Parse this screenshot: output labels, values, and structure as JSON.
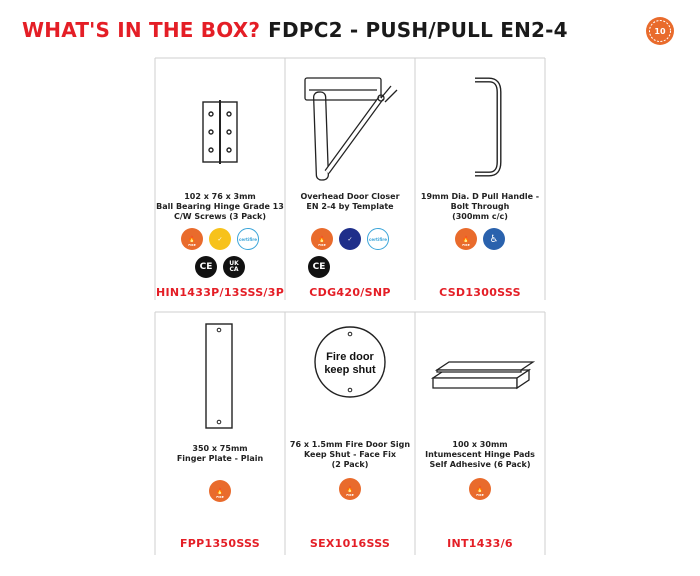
{
  "header": {
    "title_red": "WHAT'S IN THE BOX?",
    "title_black": "FDPC2 - PUSH/PULL EN2-4",
    "badge": "10"
  },
  "products": [
    {
      "desc": [
        "102 x 76 x 3mm",
        "Ball Bearing Hinge Grade 13",
        "C/W Screws (3 Pack)"
      ],
      "code": "HIN1433P/13SSS/3P"
    },
    {
      "desc": [
        "Overhead Door Closer",
        "EN 2-4 by Template"
      ],
      "code": "CDG420/SNP"
    },
    {
      "desc": [
        "19mm Dia. D Pull Handle -",
        "Bolt Through",
        "(300mm c/c)"
      ],
      "code": "CSD1300SSS"
    },
    {
      "desc": [
        "350 x 75mm",
        "Finger Plate - Plain"
      ],
      "code": "FPP1350SSS"
    },
    {
      "desc": [
        "76 x 1.5mm Fire Door Sign",
        "Keep Shut - Face Fix",
        "(2 Pack)"
      ],
      "code": "SEX1016SSS",
      "sign_lines": [
        "Fire door",
        "keep shut"
      ]
    },
    {
      "desc": [
        "100 x 30mm",
        "Intumescent Hinge Pads",
        "Self Adhesive (6 Pack)"
      ],
      "code": "INT1433/6"
    }
  ],
  "icon_text": {
    "fire": "FIRE",
    "ce": "CE",
    "ukca_1": "UK",
    "ukca_2": "CA",
    "cert": "certifire"
  },
  "colors": {
    "accent": "#e41e26",
    "fire": "#e96b2c",
    "grid_line": "#cfcfcf"
  }
}
